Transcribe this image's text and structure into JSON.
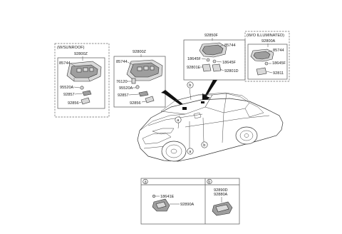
{
  "diagram": {
    "box1": {
      "title": "(W/SUNROOF)",
      "part_no": "92800Z",
      "labels": {
        "l1": "85744",
        "l2": "95520A",
        "l3": "92857",
        "l4": "92856"
      }
    },
    "box2": {
      "part_no": "92800Z",
      "labels": {
        "l1": "85744",
        "l2": "76120",
        "l3": "95520A",
        "l4": "92857",
        "l5": "92856"
      }
    },
    "box3": {
      "part_no": "92850F",
      "labels": {
        "l1": "85744",
        "l2": "18645F",
        "l3": "18645F",
        "l4": "92801E",
        "l5": "92801D"
      }
    },
    "box4": {
      "title": "(W/O ILLUMINATED)",
      "part_no": "92800A",
      "labels": {
        "l1": "85744",
        "l2": "18645F",
        "l3": "92811"
      }
    },
    "callouts": {
      "a": "a",
      "b": "b"
    },
    "detail_a": {
      "tag": "a",
      "labels": {
        "l1": "18641E",
        "l2": "92890A"
      }
    },
    "detail_b": {
      "tag": "b",
      "labels": {
        "l1": "92890D",
        "l2": "92880A"
      }
    }
  }
}
